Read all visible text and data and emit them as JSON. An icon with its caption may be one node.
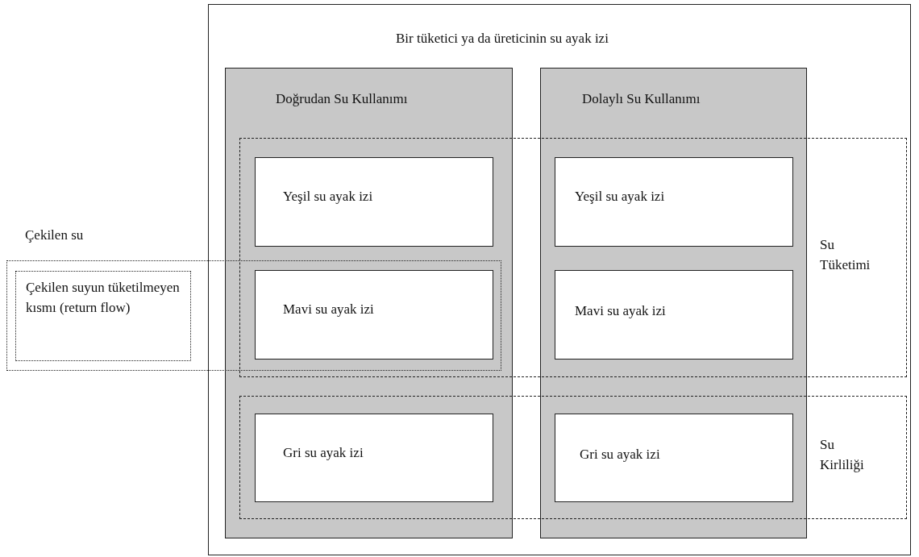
{
  "diagram": {
    "nodes": [
      {
        "text": [
          "Bir tüketici ya da üreticinin su ayak izi"
        ]
      },
      {
        "text": [
          "Doğrudan Su Kullanımı"
        ],
        "in": 0
      },
      {
        "text": [
          "Yeşil su ayak izi"
        ]
      },
      {
        "text": [
          "Mavi su ayak izi"
        ]
      },
      {
        "text": [
          "Gri su ayak izi"
        ]
      },
      {
        "text": [
          "Dolaylı Su Kullanımı"
        ],
        "in": 0
      },
      {
        "text": [
          "Yeşil su ayak izi"
        ]
      },
      {
        "text": [
          "Mavi su ayak izi"
        ]
      },
      {
        "text": [
          "Gri su ayak izi"
        ]
      },
      {
        "text": [
          "Su Tüketimi"
        ],
        "in": 0
      },
      {
        "text": [
          "Su Kirliliği"
        ],
        "in": 0
      },
      {
        "text": [
          "Çekilen su"
        ]
      },
      {
        "text": [
          "Çekilen suyun tüketilmeyen kısmı (return flow)"
        ],
        "in": 11
      }
    ]
  }
}
